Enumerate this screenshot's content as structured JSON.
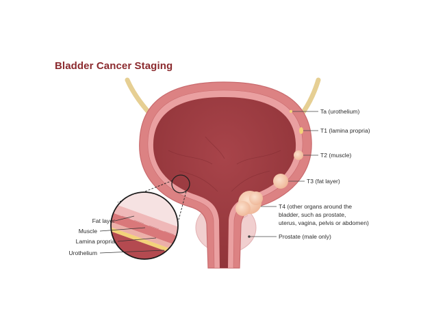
{
  "title": "Bladder Cancer Staging",
  "stages": [
    {
      "label": "Ta (urothelium)"
    },
    {
      "label": "T1 (lamina propria)"
    },
    {
      "label": "T2 (muscle)"
    },
    {
      "label": "T3 (fat layer)"
    },
    {
      "label": "T4 (other organs around the",
      "line2": "bladder, such as prostate,",
      "line3": "uterus, vagina, pelvis or abdomen)"
    }
  ],
  "prostate_label": "Prostate (male only)",
  "layers": [
    "Fat layer",
    "Muscle",
    "Lamina propria",
    "Urothelium"
  ],
  "colors": {
    "title": "#8b2a2e",
    "bladder_wall": "#d9787a",
    "bladder_lumen": "#b44a50",
    "tumor": "#f5c7a8",
    "ureter": "#eedcae",
    "prostate": "#f0cccc",
    "urothelium_yellow": "#f3d27a"
  }
}
